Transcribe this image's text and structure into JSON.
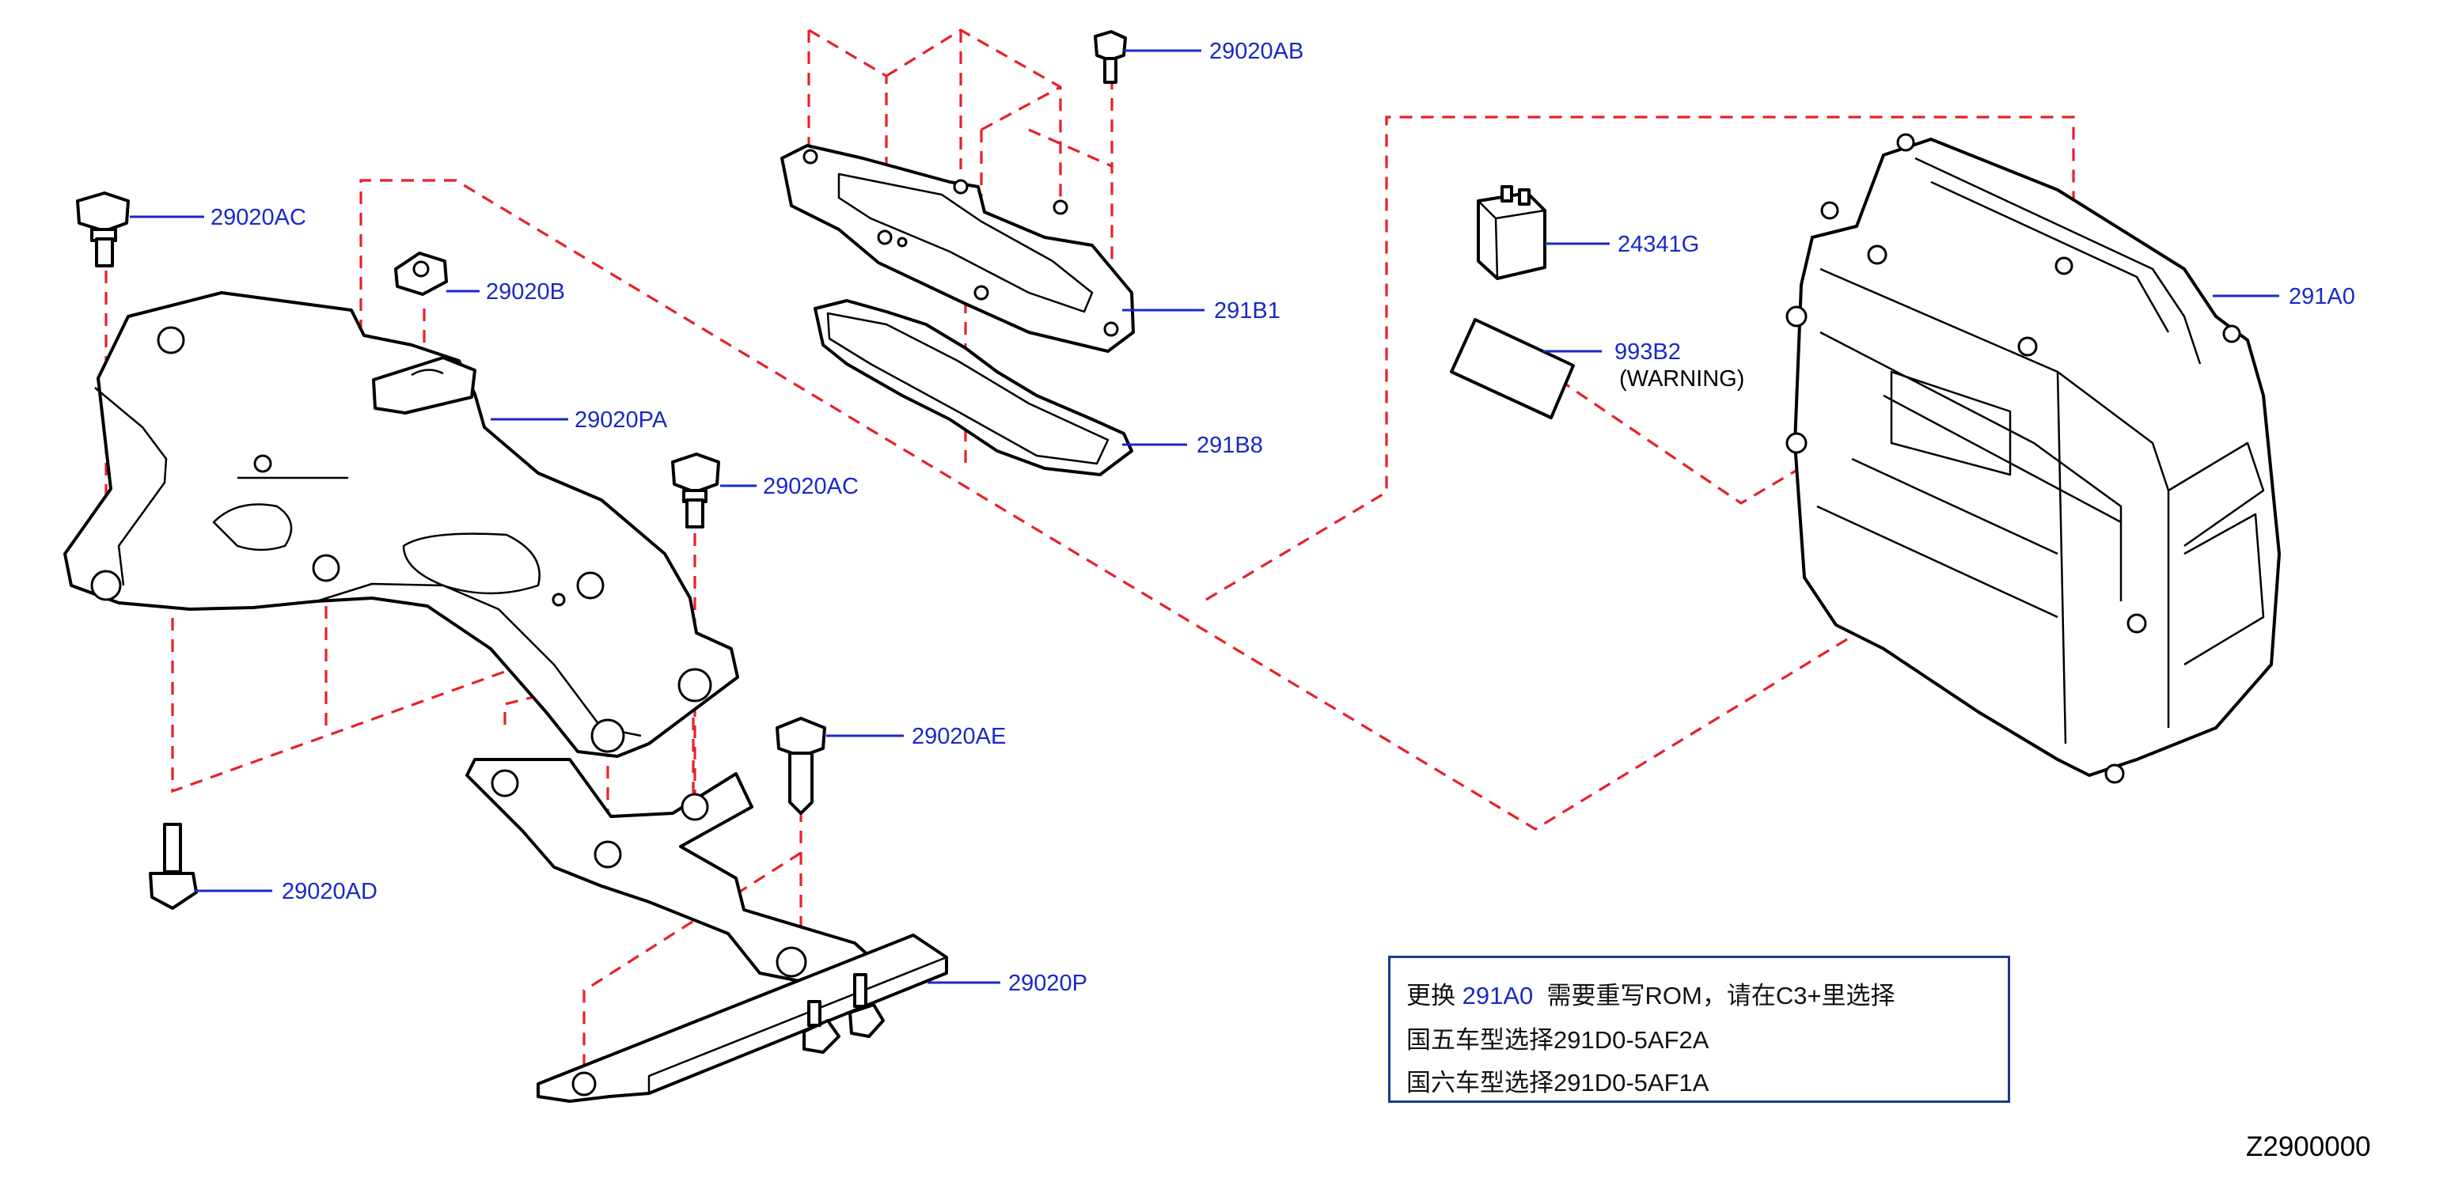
{
  "parts": {
    "p29020AB": "29020AB",
    "p29020AC_1": "29020AC",
    "p29020B": "29020B",
    "p29020PA": "29020PA",
    "p29020AC_2": "29020AC",
    "p29020AE": "29020AE",
    "p29020AD": "29020AD",
    "p29020P": "29020P",
    "p291B1": "291B1",
    "p291B8": "291B8",
    "p24341G": "24341G",
    "p993B2": "993B2",
    "p993B2_sub": "(WARNING)",
    "p291A0": "291A0"
  },
  "note": {
    "line1_prefix": "更换 ",
    "line1_part": "291A0",
    "line1_suffix": "  需要重写ROM，请在C3+里选择",
    "line2": "国五车型选择291D0-5AF2A",
    "line3": "国六车型选择291D0-5AF1A"
  },
  "drawing_code": "Z2900000",
  "colors": {
    "label": "#1a28c8",
    "dashed_leader": "#e8202a",
    "note_border": "#1a3a8a"
  }
}
